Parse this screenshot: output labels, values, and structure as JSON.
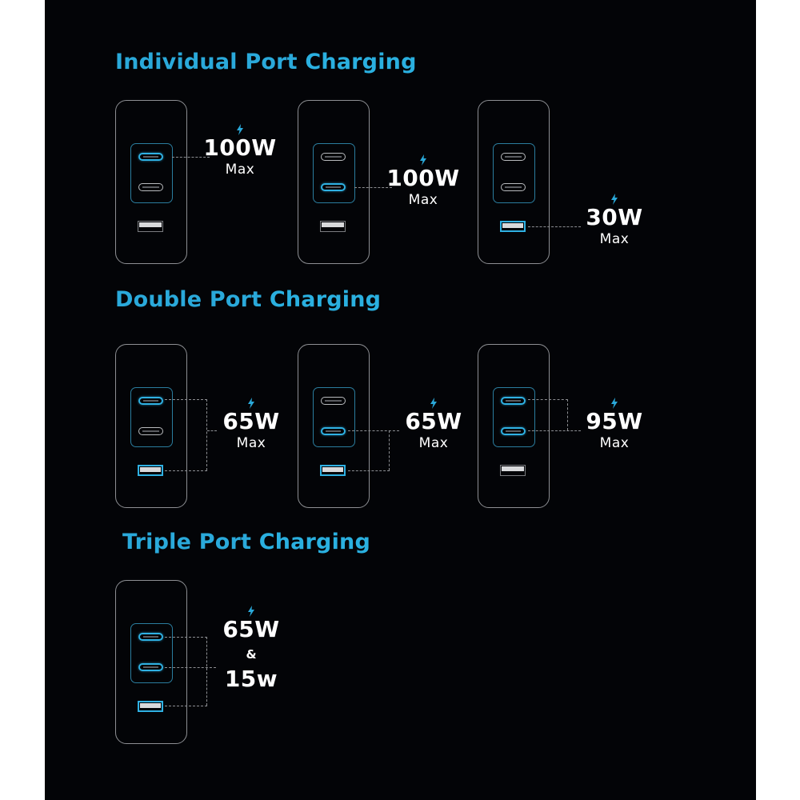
{
  "colors": {
    "accent": "#2aa9da",
    "background": "#030407",
    "outline": "#8d8f93",
    "text": "#ffffff"
  },
  "sections": [
    {
      "title_part1": "Individual Port",
      "title_part2": "Charging",
      "chargers": [
        {
          "active_ports": [
            "usb-c-1"
          ],
          "bolt_icon": "lightning-bolt-icon",
          "wattage": "100W",
          "sub": "Max"
        },
        {
          "active_ports": [
            "usb-c-2"
          ],
          "bolt_icon": "lightning-bolt-icon",
          "wattage": "100W",
          "sub": "Max"
        },
        {
          "active_ports": [
            "usb-a"
          ],
          "bolt_icon": "lightning-bolt-icon",
          "wattage": "30W",
          "sub": "Max"
        }
      ]
    },
    {
      "title_part1": "Double Port",
      "title_part2": "Charging",
      "chargers": [
        {
          "active_ports": [
            "usb-c-1",
            "usb-a"
          ],
          "bolt_icon": "lightning-bolt-icon",
          "wattage": "65W",
          "sub": "Max"
        },
        {
          "active_ports": [
            "usb-c-2",
            "usb-a"
          ],
          "bolt_icon": "lightning-bolt-icon",
          "wattage": "65W",
          "sub": "Max"
        },
        {
          "active_ports": [
            "usb-c-1",
            "usb-c-2"
          ],
          "bolt_icon": "lightning-bolt-icon",
          "wattage": "95W",
          "sub": "Max"
        }
      ]
    },
    {
      "title_part1": "Triple Port",
      "title_part2": "Charging",
      "chargers": [
        {
          "active_ports": [
            "usb-c-1",
            "usb-c-2",
            "usb-a"
          ],
          "bolt_icon": "lightning-bolt-icon",
          "wattage": "65W",
          "joiner": "&",
          "wattage2": "15w"
        }
      ]
    }
  ]
}
